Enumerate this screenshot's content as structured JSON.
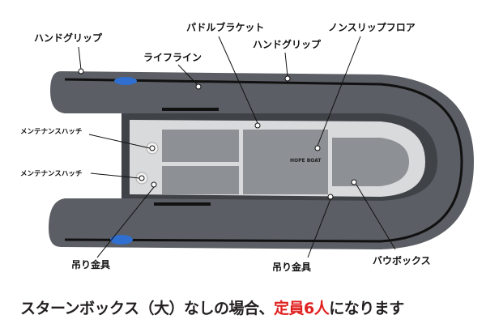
{
  "labels": {
    "hand_grip_left": "ハンドグリップ",
    "lifeline": "ライフライン",
    "paddle_bracket": "パドルブラケット",
    "hand_grip_right": "ハンドグリップ",
    "nonslip_floor": "ノンスリップフロア",
    "maintenance_hatch_1": "メンテナンスハッチ",
    "maintenance_hatch_2": "メンテナンスハッチ",
    "lifting_eye_left": "吊り金具",
    "lifting_eye_right": "吊り金具",
    "bow_box": "バウボックス"
  },
  "logo_text": "HOPE BOAT",
  "caption": {
    "part1": "スターンボックス（大）なしの場合、",
    "highlight": "定員6人",
    "part2": "になります"
  },
  "colors": {
    "tube": "#5b5e64",
    "deck": "#d9dadc",
    "accent": "#e0201f"
  }
}
